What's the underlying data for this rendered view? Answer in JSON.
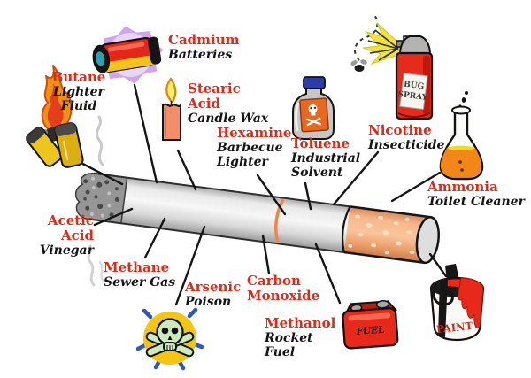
{
  "colors": {
    "chem_text": "#de2a18",
    "common_text": "#141414",
    "line": "#151515",
    "filter": "#f2a06a",
    "ash": "#969696",
    "background": "#ffffff"
  },
  "labels": {
    "cadmium": {
      "chem": "Cadmium",
      "common": "Batteries"
    },
    "butane": {
      "chem": "Butane",
      "common": "Lighter Fluid"
    },
    "stearic": {
      "chem": "Stearic Acid",
      "common": "Candle Wax"
    },
    "hexamine": {
      "chem": "Hexamine",
      "common": "Barbecue Lighter"
    },
    "toluene": {
      "chem": "Toluene",
      "common": "Industrial Solvent"
    },
    "nicotine": {
      "chem": "Nicotine",
      "common": "Insecticide"
    },
    "ammonia": {
      "chem": "Ammonia",
      "common": "Toilet Cleaner"
    },
    "acetic": {
      "chem": "Acetic Acid",
      "common": "Vinegar"
    },
    "methane": {
      "chem": "Methane",
      "common": "Sewer Gas"
    },
    "arsenic": {
      "chem": "Arsenic",
      "common": "Poison"
    },
    "carbon": {
      "chem": "Carbon Monoxide",
      "common": ""
    },
    "methanol": {
      "chem": "Methanol",
      "common": "Rocket Fuel"
    }
  },
  "icon_texts": {
    "bug_line1": "BUG",
    "bug_line2": "SPRAY",
    "fuel": "FUEL",
    "paint": "PAINT"
  },
  "icons": {
    "lighter": "flaming lighter",
    "battery": "battery with purple glow",
    "candle": "lit candle",
    "bottle": "poison bottle with skull label",
    "bugspray": "bug spray can spraying a fly",
    "flask": "flask with orange liquid",
    "skull": "skull and crossbones",
    "fuelcan": "red fuel can",
    "paintcan": "paint can",
    "cigarette": "lit cigarette"
  }
}
